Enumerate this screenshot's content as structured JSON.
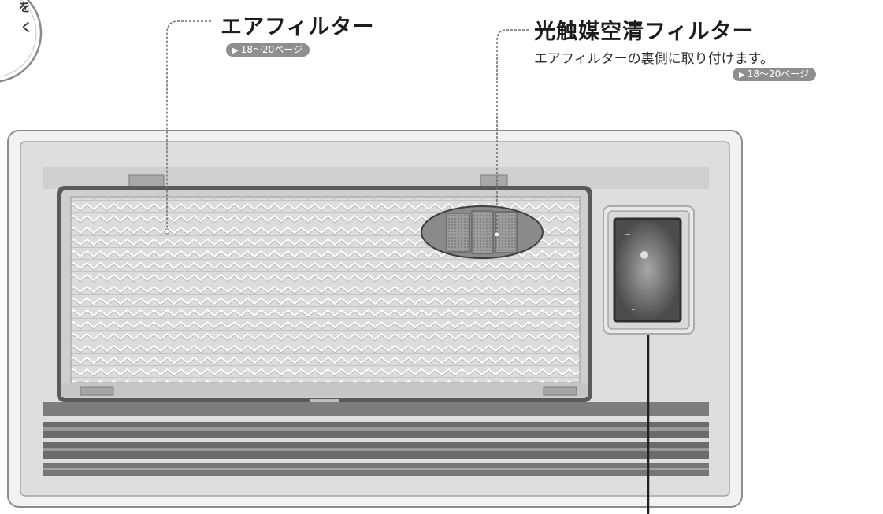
{
  "callouts": {
    "air_filter": {
      "title": "エアフィルター",
      "reference": "18～20ページ"
    },
    "photocatalyst_filter": {
      "title": "光触媒空清フィルター",
      "description": "エアフィルターの裏側に取り付けます。",
      "reference": "18～20ページ"
    }
  },
  "corner_badge_text": [
    "を",
    "く"
  ],
  "colors": {
    "panel": "#e3e3e3",
    "frame": "#555555",
    "filter_mesh": "#d9d9d9",
    "vent_slat": "#6e6e6e",
    "reference_pill": "#8e8e8e"
  }
}
